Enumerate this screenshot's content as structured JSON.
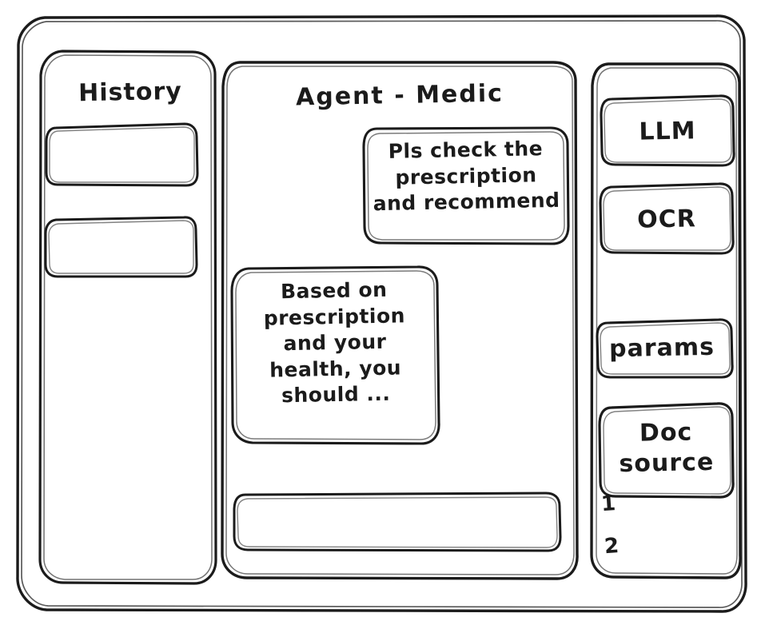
{
  "window": {
    "name": "agent-wireframe-window"
  },
  "sidebar_left": {
    "title": "History",
    "items": [
      {
        "name": "history-item-1",
        "label": ""
      },
      {
        "name": "history-item-2",
        "label": ""
      }
    ]
  },
  "main": {
    "title": "Agent - Medic",
    "messages": [
      {
        "role": "user",
        "text": "Pls check the\nprescription\nand recommend"
      },
      {
        "role": "assistant",
        "text": "Based on\nprescription\nand your\nhealth, you\nshould ..."
      }
    ],
    "composer": {
      "value": "",
      "placeholder": ""
    }
  },
  "sidebar_right": {
    "buttons": [
      {
        "name": "llm-button",
        "label": "LLM"
      },
      {
        "name": "ocr-button",
        "label": "OCR"
      },
      {
        "name": "params-button",
        "label": "params"
      },
      {
        "name": "doc-source-button",
        "label": "Doc\nsource"
      }
    ],
    "doc_list": [
      {
        "label": "1"
      },
      {
        "label": "2"
      }
    ]
  },
  "style": {
    "ink": "#1b1b1b",
    "paper": "#ffffff"
  }
}
